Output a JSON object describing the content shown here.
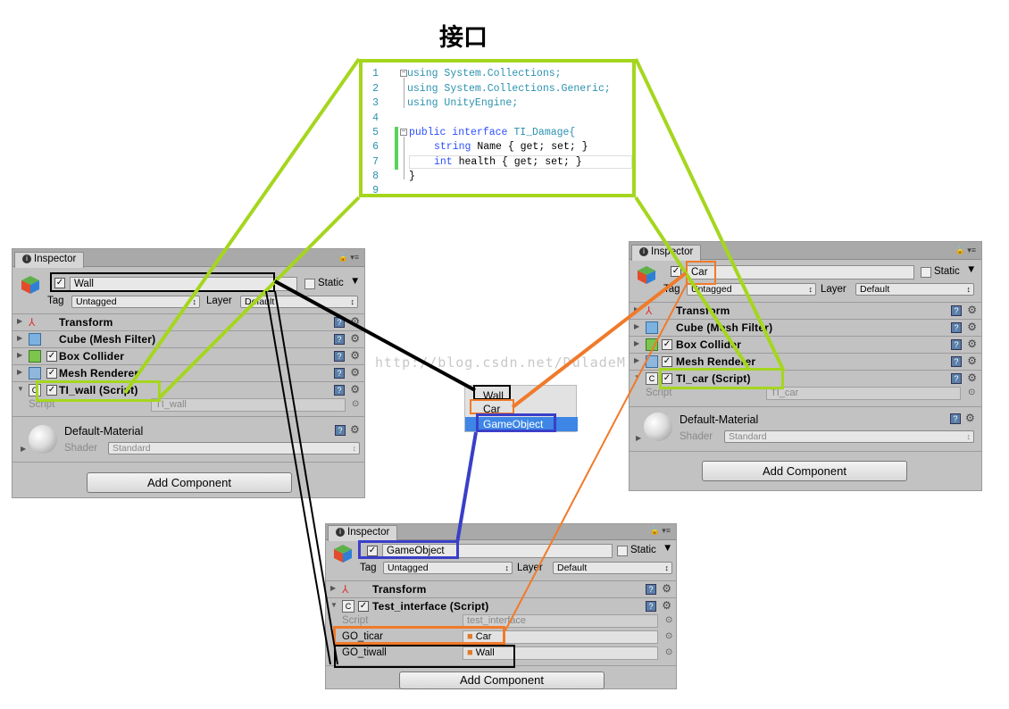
{
  "title": "接口",
  "code_lines": [
    {
      "num": "1",
      "text_kw": "using",
      "text_rest": " System.Collections;"
    },
    {
      "num": "2",
      "text_kw": "using",
      "text_rest": " System.Collections.Generic;"
    },
    {
      "num": "3",
      "text_kw": "using",
      "text_rest": " UnityEngine;"
    },
    {
      "num": "4",
      "text_kw": "",
      "text_rest": ""
    },
    {
      "num": "5",
      "text_kw": "public interface",
      "text_rest": " TI_Damage{"
    },
    {
      "num": "6",
      "text_kw": "string",
      "text_rest": " Name { get; set; }"
    },
    {
      "num": "7",
      "text_kw": "int",
      "text_rest": " health { get; set; }"
    },
    {
      "num": "8",
      "text_kw": "",
      "text_rest": "}"
    },
    {
      "num": "9",
      "text_kw": "",
      "text_rest": ""
    }
  ],
  "watermark": "http://blog.csdn.net/DuladeM",
  "wall_inspector": {
    "tab": "Inspector",
    "name": "Wall",
    "static_label": "Static",
    "tag_label": "Tag",
    "tag_value": "Untagged",
    "layer_label": "Layer",
    "layer_value": "Default",
    "components": [
      "Transform",
      "Cube (Mesh Filter)",
      "Box Collider",
      "Mesh Renderer",
      "TI_wall (Script)"
    ],
    "script_label": "Script",
    "script_value": "TI_wall",
    "material_name": "Default-Material",
    "shader_label": "Shader",
    "shader_value": "Standard",
    "add_component": "Add Component"
  },
  "car_inspector": {
    "tab": "Inspector",
    "name": "Car",
    "static_label": "Static",
    "tag_label": "Tag",
    "tag_value": "Untagged",
    "layer_label": "Layer",
    "layer_value": "Default",
    "components": [
      "Transform",
      "Cube (Mesh Filter)",
      "Box Collider",
      "Mesh Renderer",
      "TI_car (Script)"
    ],
    "script_label": "Script",
    "script_value": "TI_car",
    "material_name": "Default-Material",
    "shader_label": "Shader",
    "shader_value": "Standard",
    "add_component": "Add Component"
  },
  "go_inspector": {
    "tab": "Inspector",
    "name": "GameObject",
    "static_label": "Static",
    "tag_label": "Tag",
    "tag_value": "Untagged",
    "layer_label": "Layer",
    "layer_value": "Default",
    "components": [
      "Transform",
      "Test_interface (Script)"
    ],
    "script_label": "Script",
    "script_value": "test_interface",
    "field1_label": "GO_ticar",
    "field1_value": "Car",
    "field2_label": "GO_tiwall",
    "field2_value": "Wall",
    "add_component": "Add Component"
  },
  "popup": {
    "items": [
      "Wall",
      "Car",
      "GameObject"
    ],
    "selected": "GameObject"
  },
  "colors": {
    "green_highlight": "#a5d61e",
    "orange_highlight": "#f07a2a",
    "blue_highlight": "#3a3fc8",
    "black_highlight": "#000000"
  }
}
